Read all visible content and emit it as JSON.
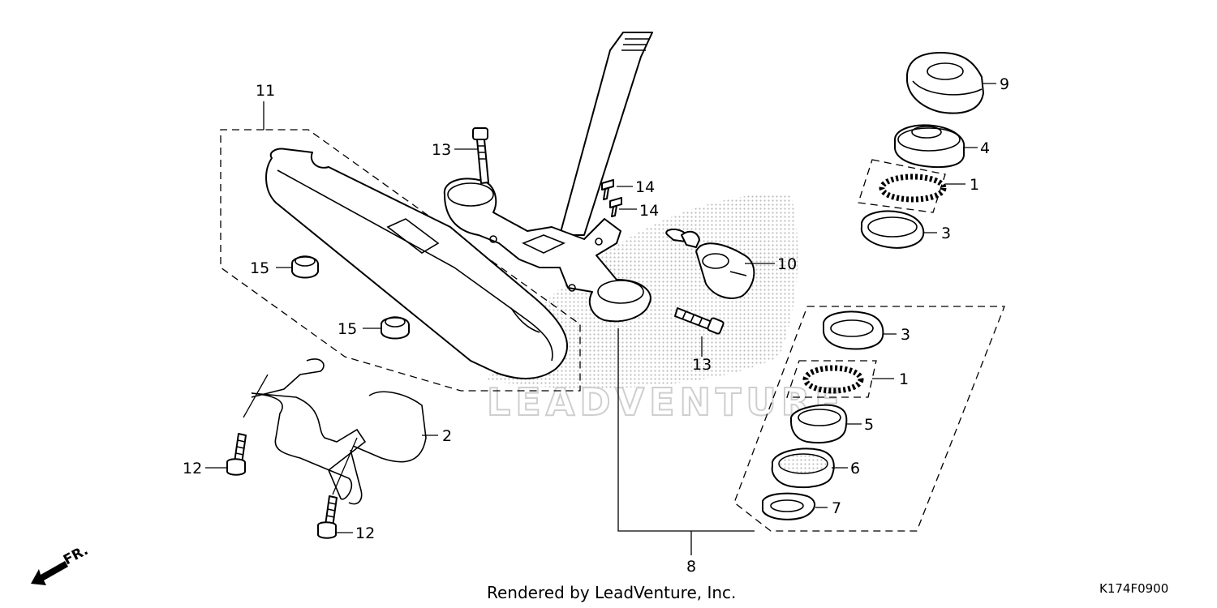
{
  "diagram": {
    "watermark_text": "LEADVENTURE",
    "watermark_logo": "wing-logo",
    "footer": {
      "rendered_by": "Rendered by LeadVenture, Inc."
    },
    "diagram_code": "K174F0900",
    "front_indicator": "FR.",
    "callouts": {
      "c11": "11",
      "c13_top": "13",
      "c14_a": "14",
      "c14_b": "14",
      "c15_a": "15",
      "c15_b": "15",
      "c10": "10",
      "c13_bottom": "13",
      "c2": "2",
      "c12_a": "12",
      "c12_b": "12",
      "c8": "8",
      "c9": "9",
      "c4": "4",
      "c1_top": "1",
      "c3_top": "3",
      "c3_bottom": "3",
      "c1_bottom": "1",
      "c5": "5",
      "c6": "6",
      "c7": "7"
    },
    "colors": {
      "line": "#000000",
      "watermark": "#c8c8c8",
      "background": "#ffffff"
    }
  }
}
